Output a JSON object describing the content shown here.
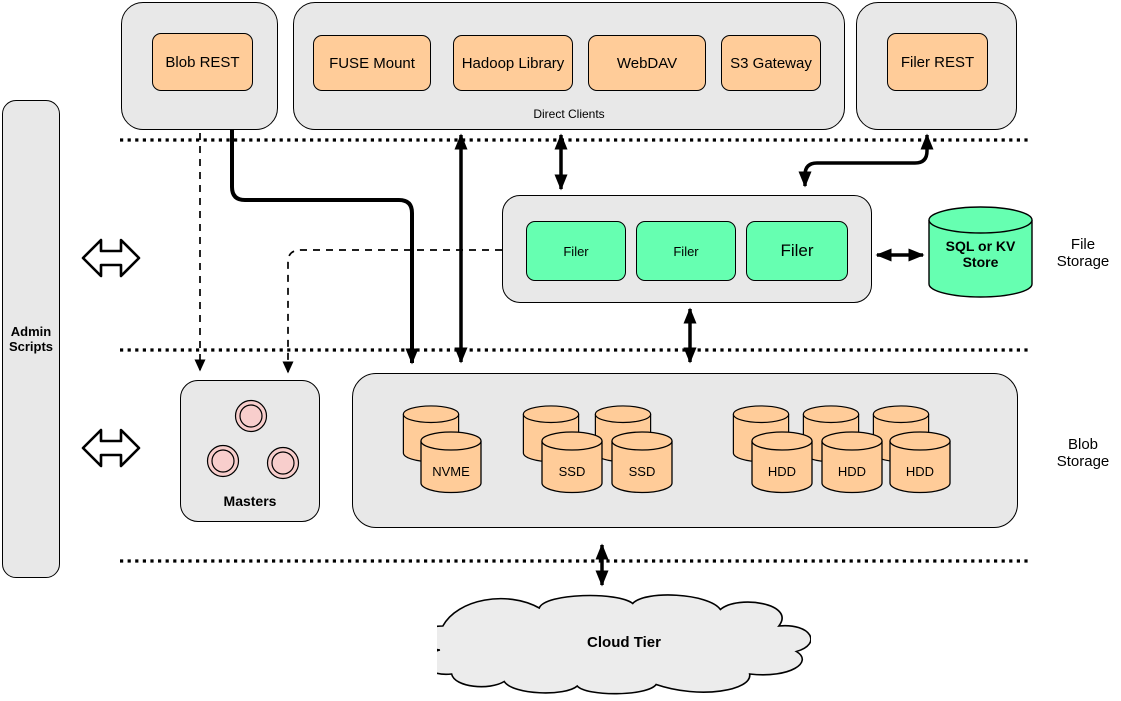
{
  "admin_scripts": {
    "label": "Admin Scripts"
  },
  "top_row": {
    "blob_rest": {
      "label": "Blob REST"
    },
    "direct_clients": {
      "caption": "Direct Clients",
      "items": [
        "FUSE Mount",
        "Hadoop Library",
        "WebDAV",
        "S3 Gateway"
      ]
    },
    "filer_rest": {
      "label": "Filer REST"
    }
  },
  "file_storage": {
    "section_label": "File Storage",
    "filers": [
      "Filer",
      "Filer",
      "Filer"
    ],
    "store": {
      "label": "SQL or KV Store"
    }
  },
  "blob_storage": {
    "section_label": "Blob Storage",
    "masters_label": "Masters",
    "disks": [
      "NVME",
      "SSD",
      "SSD",
      "HDD",
      "HDD",
      "HDD"
    ]
  },
  "cloud_tier": {
    "label": "Cloud Tier"
  },
  "colors": {
    "container_gray": "#e8e8e8",
    "client_orange": "#ffcc99",
    "filer_green": "#66ffb1",
    "master_pink": "#f8cecc",
    "cloud_gray": "#ececec",
    "line_black": "#000000"
  }
}
